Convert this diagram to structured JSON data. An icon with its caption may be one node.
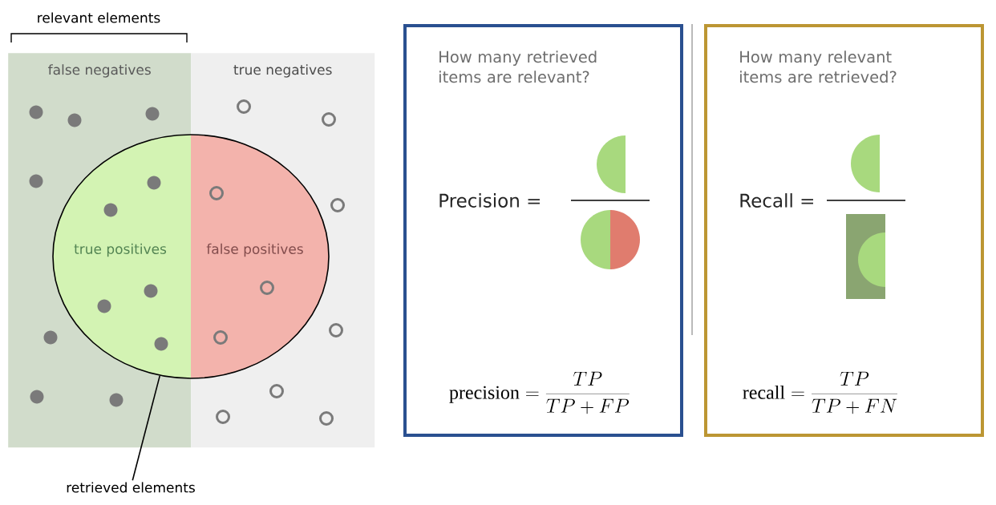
{
  "diagram": {
    "nodes": [
      {
        "text": [
          "false negatives"
        ]
      },
      {
        "text": [
          "true negatives"
        ]
      },
      {
        "text": [],
        "shape": "circle"
      },
      {
        "text": [
          "true positives"
        ]
      },
      {
        "text": [
          "false positives"
        ]
      },
      {
        "text": [
          "retrieved elements"
        ]
      },
      {
        "text": [
          "How many retrieved items are relevant?",
          "Precision =",
          "\\mathrm{precision} = \\frac{TP}{TP+FP}"
        ]
      },
      {
        "text": [
          "How many relevant items are retrieved?",
          "Recall =",
          "\\mathrm{recall} = \\frac{TP}{TP+FN}"
        ]
      }
    ],
    "edges": [
      {
        "from": 5,
        "to": 2,
        "arrow": "none"
      }
    ],
    "labels": [
      "relevant elements"
    ]
  }
}
